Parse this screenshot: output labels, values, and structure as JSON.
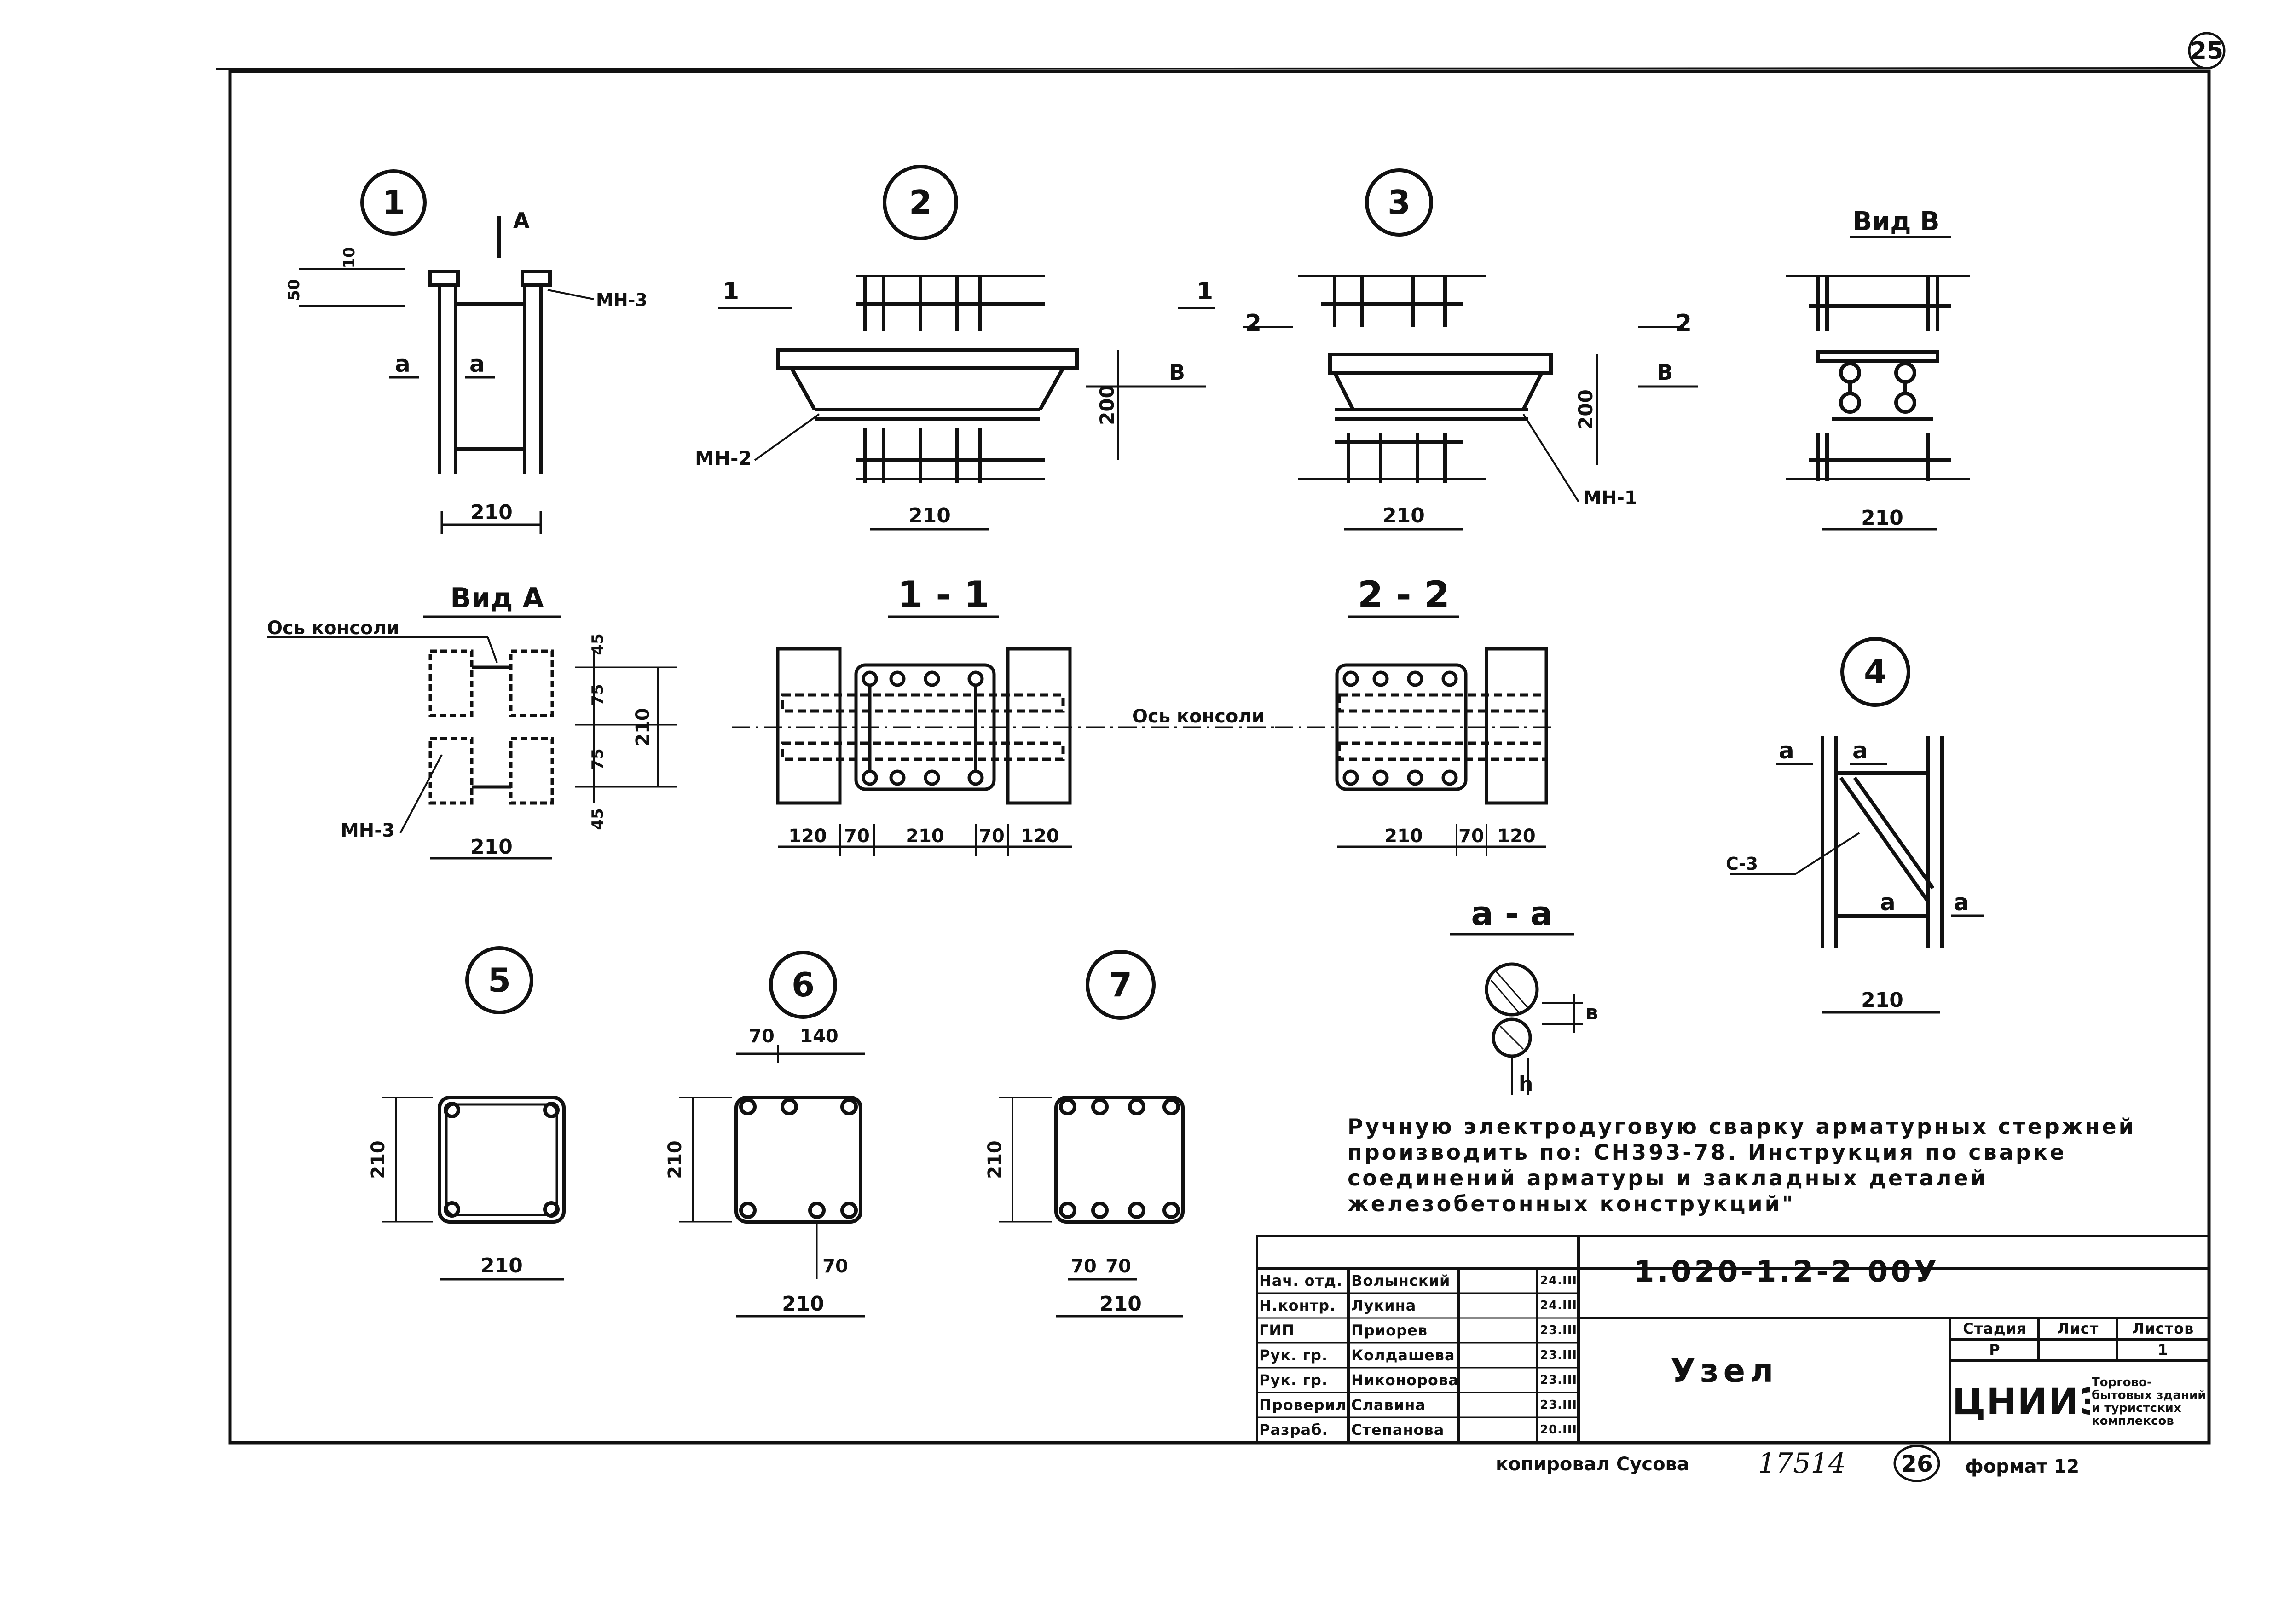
{
  "sheet_number": "25",
  "page_number": "26",
  "copied_by": "копировал Сусова",
  "inv_number": "17514",
  "format": "формат 12",
  "note": "Ручную электродуговую сварку арматурных стержней производить по: СН393-78. Инструкция по сварке соединений арматуры и закладных деталей железобетонных конструкций\"",
  "nodes": {
    "n1": "1",
    "n2": "2",
    "n3": "3",
    "n4": "4",
    "n5": "5",
    "n6": "6",
    "n7": "7"
  },
  "views": {
    "view_a": "Вид А",
    "view_b": "Вид В",
    "section_11": "1 - 1",
    "section_22": "2 - 2",
    "section_aa": "а - а"
  },
  "labels": {
    "a": "а",
    "A": "А",
    "B": "В",
    "one": "1",
    "two": "2",
    "mn3": "МН-3",
    "mn2": "МН-2",
    "mn1": "МН-1",
    "c3": "С-3",
    "os_konsoli": "Ось консоли",
    "b_small": "в",
    "h_small": "h"
  },
  "dims": {
    "d210": "210",
    "d200": "200",
    "d50": "50",
    "d10": "10",
    "d45": "45",
    "d75": "75",
    "d120": "120",
    "d70": "70",
    "d140": "140"
  },
  "title_block": {
    "code": "1.020-1.2-2 00У",
    "title": "Узел",
    "org": "ЦНИИЭП",
    "org_desc": "Торгово-бытовых зданий и туристских комплексов",
    "stage_h": "Стадия",
    "sheet_h": "Лист",
    "sheets_h": "Листов",
    "stage": "Р",
    "sheet": "",
    "sheets": "1",
    "roles": [
      {
        "role": "Нач. отд.",
        "name": "Волынский",
        "date": "24.III"
      },
      {
        "role": "Н.контр.",
        "name": "Лукина",
        "date": "24.III"
      },
      {
        "role": "ГИП",
        "name": "Приорев",
        "date": "23.III"
      },
      {
        "role": "Рук. гр.",
        "name": "Колдашева",
        "date": "23.III"
      },
      {
        "role": "Рук. гр.",
        "name": "Никонорова",
        "date": "23.III"
      },
      {
        "role": "Проверил",
        "name": "Славина",
        "date": "23.III"
      },
      {
        "role": "Разраб.",
        "name": "Степанова",
        "date": "20.III"
      }
    ]
  }
}
